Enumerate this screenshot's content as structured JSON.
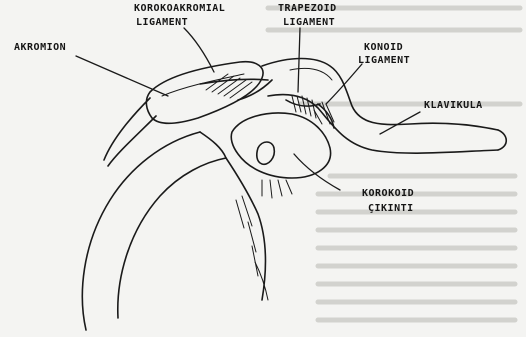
{
  "labels": {
    "akromion": "AKROMION",
    "korokoakromial_1": "KOROKOAKROMIAL",
    "korokoakromial_2": "LIGAMENT",
    "trapezoid_1": "TRAPEZOID",
    "trapezoid_2": "LIGAMENT",
    "konoid_1": "KONOID",
    "konoid_2": "LIGAMENT",
    "klavikula": "KLAVIKULA",
    "korokoid_1": "KOROKOID",
    "korokoid_2": "ÇIKINTI"
  },
  "colors": {
    "ink": "#1a1a1a",
    "paper": "#f4f4f2",
    "show_through": "#b9b9b6"
  }
}
